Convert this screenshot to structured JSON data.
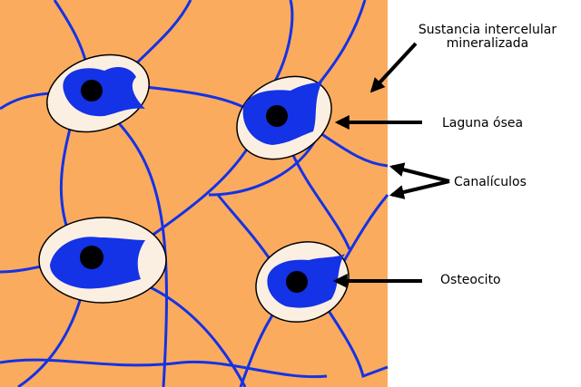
{
  "labels": {
    "matrix_line1": "Sustancia intercelular",
    "matrix_line2": "mineralizada",
    "lacuna": "Laguna ósea",
    "canaliculi": "Canalículos",
    "osteocyte": "Osteocito"
  },
  "colors": {
    "matrix": "#fbab5e",
    "cell": "#1432e6",
    "lacuna": "#fbefe2"
  }
}
